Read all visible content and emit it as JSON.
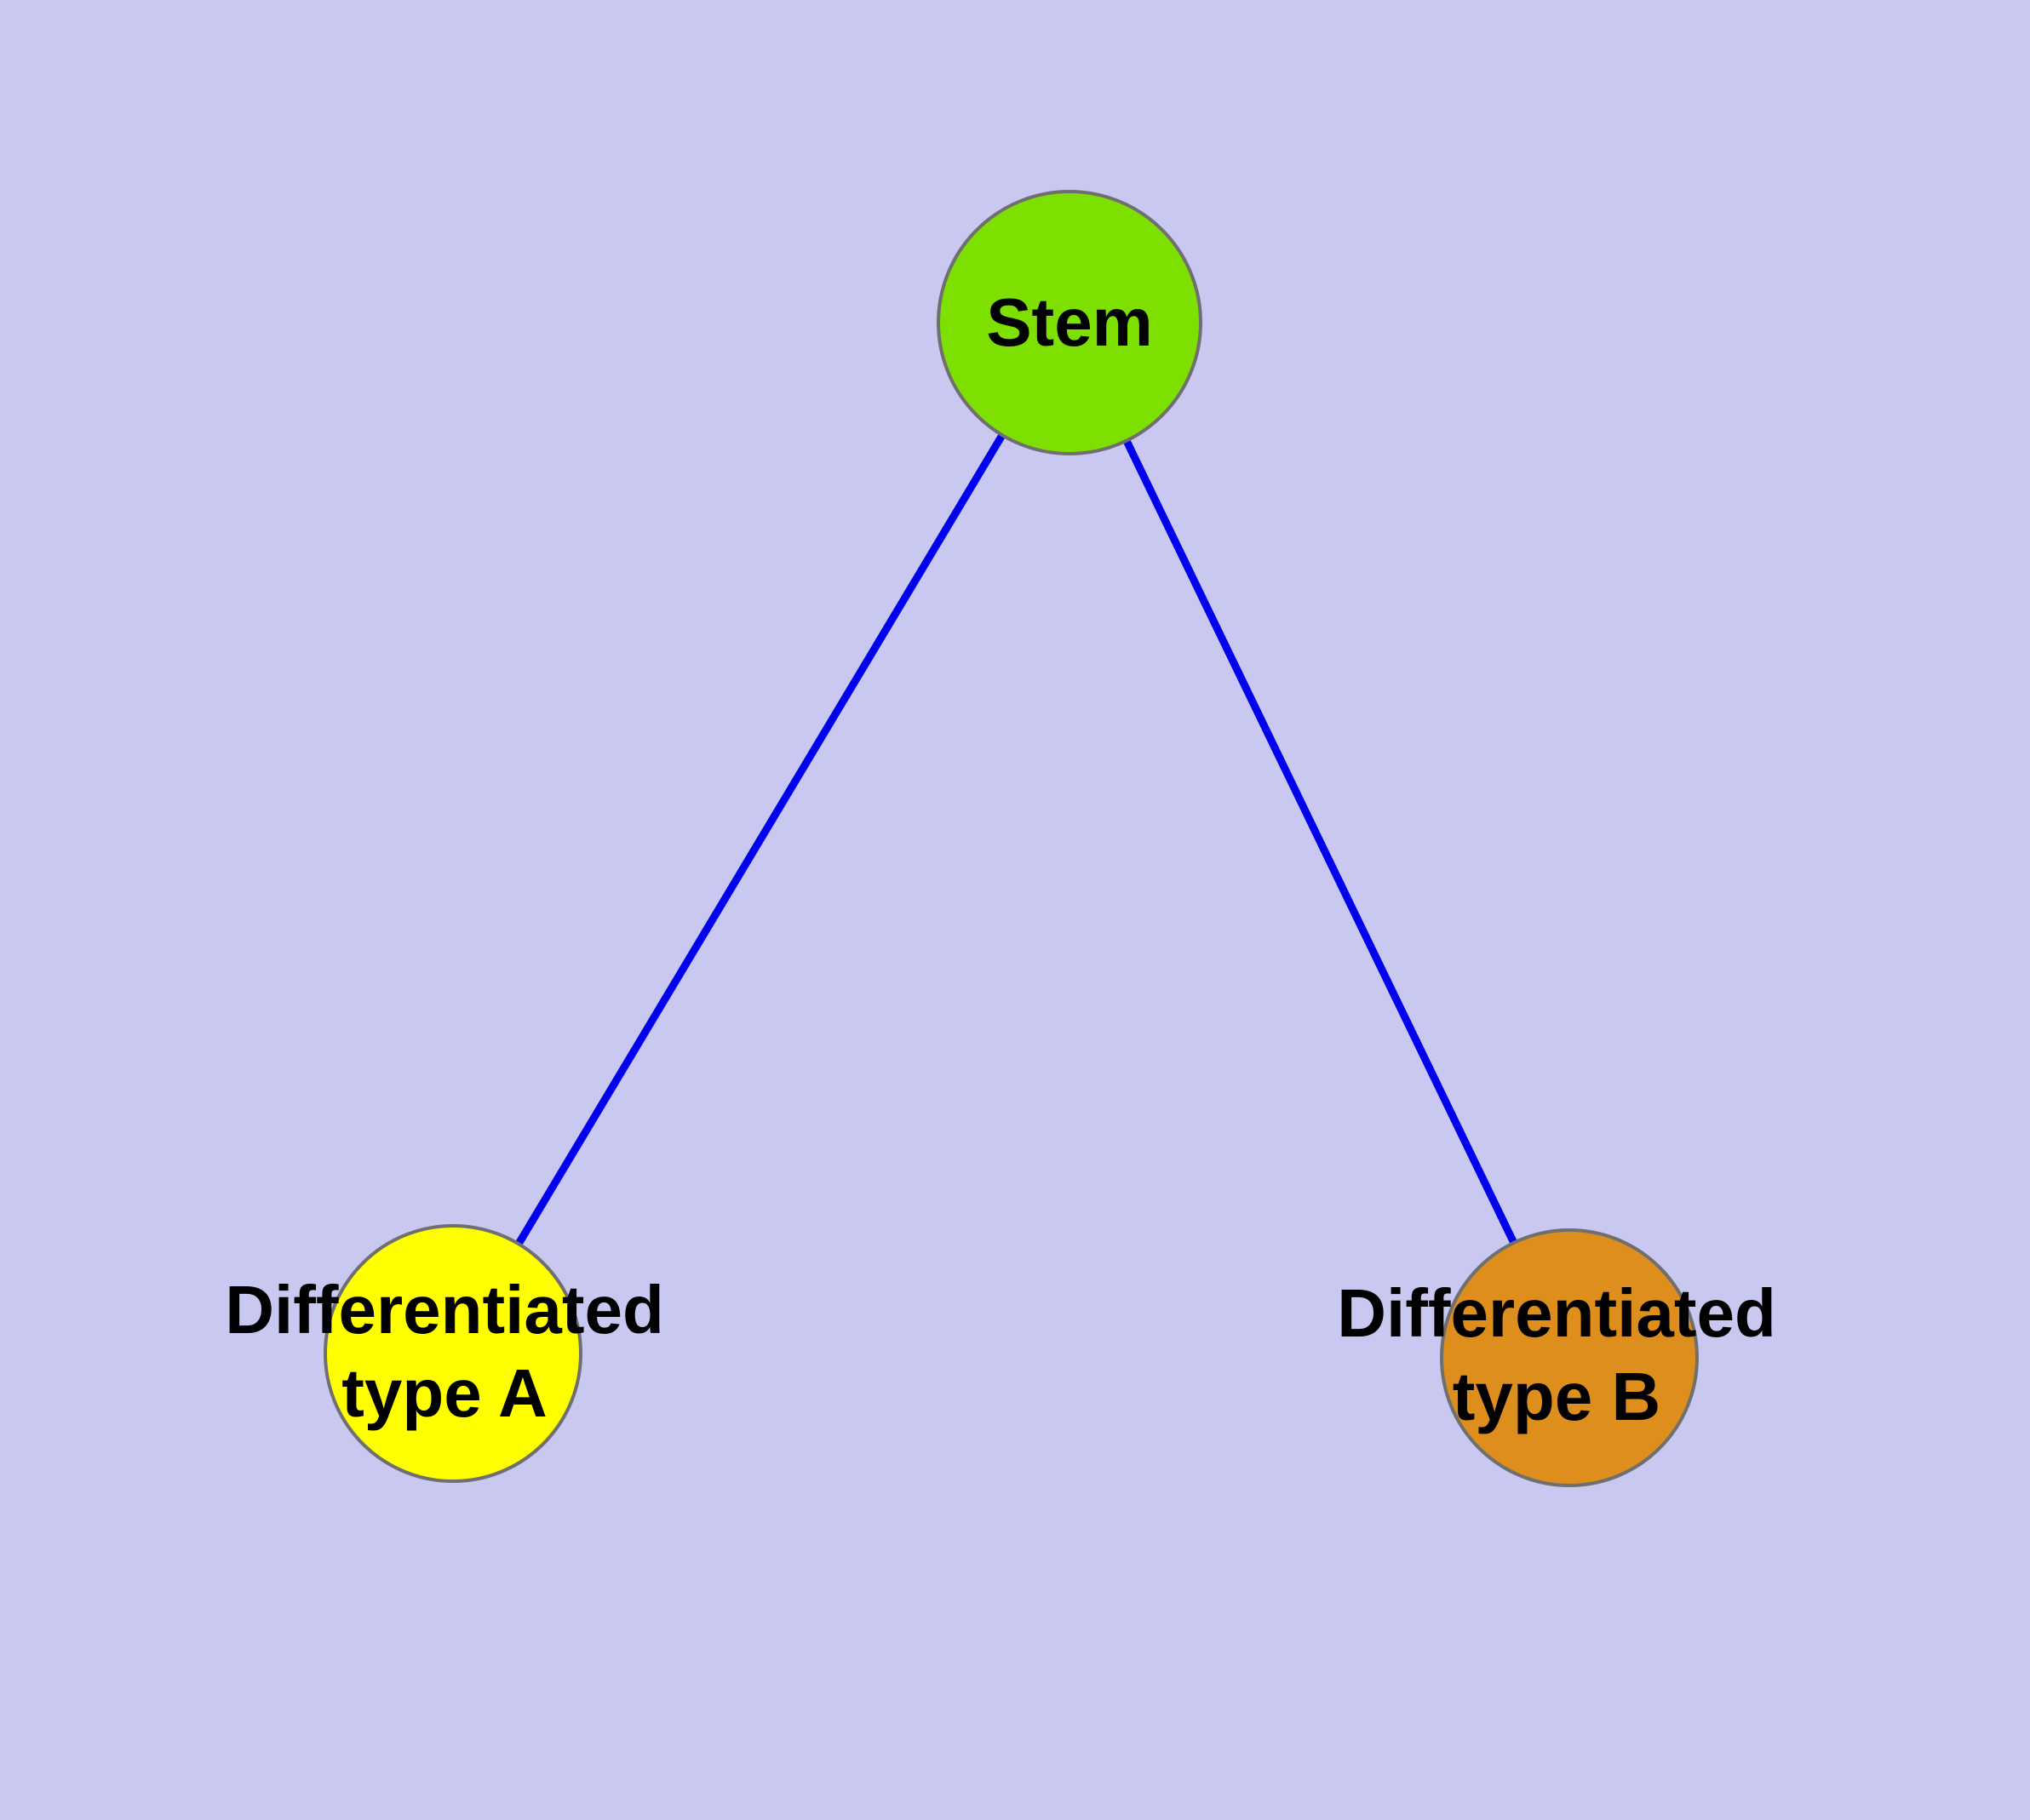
{
  "diagram": {
    "type": "node-link graph",
    "colors": {
      "background": "#c8c8f0",
      "edge": "#0000ee",
      "node_stroke": "#6f6f6f",
      "label": "#000000"
    },
    "nodes": {
      "stem": {
        "label": "Stem",
        "color": "#7de000"
      },
      "typeA": {
        "label_line1": "Differentiated",
        "label_line2": "type A",
        "color": "#ffff00"
      },
      "typeB": {
        "label_line1": "Differentiated",
        "label_line2": "type B",
        "color": "#dd8e1c"
      }
    },
    "edges": [
      {
        "from": "Stem",
        "to": "Differentiated type A"
      },
      {
        "from": "Stem",
        "to": "Differentiated type B"
      }
    ]
  }
}
